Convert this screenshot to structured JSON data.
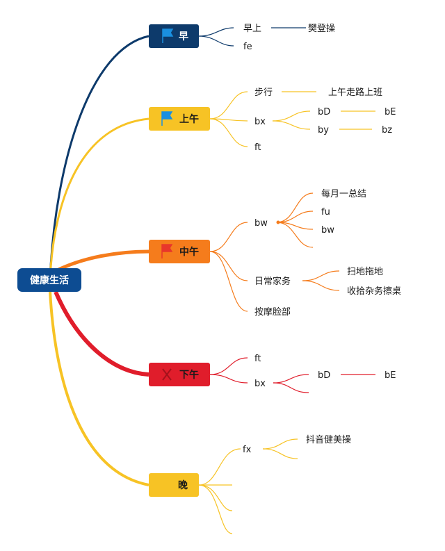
{
  "colors": {
    "navy": "#0d3a6b",
    "yellow": "#f7c325",
    "orange": "#f57c1c",
    "red": "#e01d2b",
    "root": "#0d4c92",
    "root_text": "#ffffff",
    "flag_blue": "#1a8fe0",
    "flag_red": "#e8362b"
  },
  "root": {
    "label": "健康生活"
  },
  "branches": [
    {
      "label": "早",
      "icon": "flag-icon",
      "children": [
        {
          "label": "早上",
          "children": [
            {
              "label": "樊登操"
            }
          ]
        },
        {
          "label": "fe"
        }
      ]
    },
    {
      "label": "上午",
      "icon": "flag-icon",
      "children": [
        {
          "label": "步行",
          "children": [
            {
              "label": "上午走路上班"
            }
          ]
        },
        {
          "label": "bx",
          "children": [
            {
              "label": "bD",
              "children": [
                {
                  "label": "bE"
                }
              ]
            },
            {
              "label": "by",
              "children": [
                {
                  "label": "bz"
                }
              ]
            }
          ]
        },
        {
          "label": "ft"
        }
      ]
    },
    {
      "label": "中午",
      "icon": "flag-icon",
      "children": [
        {
          "label": "bw",
          "children": [
            {
              "label": "每月一总结"
            },
            {
              "label": "fu"
            },
            {
              "label": "bw"
            },
            {
              "label": ""
            }
          ]
        },
        {
          "label": "日常家务",
          "children": [
            {
              "label": "扫地拖地"
            },
            {
              "label": "收拾杂务擦桌"
            }
          ]
        },
        {
          "label": "按摩脸部"
        }
      ]
    },
    {
      "label": "下午",
      "icon": "cross-icon",
      "children": [
        {
          "label": "ft"
        },
        {
          "label": "bx",
          "children": [
            {
              "label": "bD",
              "children": [
                {
                  "label": "bE"
                }
              ]
            },
            {
              "label": ""
            }
          ]
        }
      ]
    },
    {
      "label": "晚",
      "icon": "",
      "children": [
        {
          "label": "fx",
          "children": [
            {
              "label": "抖音健美操"
            },
            {
              "label": ""
            }
          ]
        },
        {
          "label": ""
        },
        {
          "label": ""
        },
        {
          "label": ""
        }
      ]
    }
  ]
}
